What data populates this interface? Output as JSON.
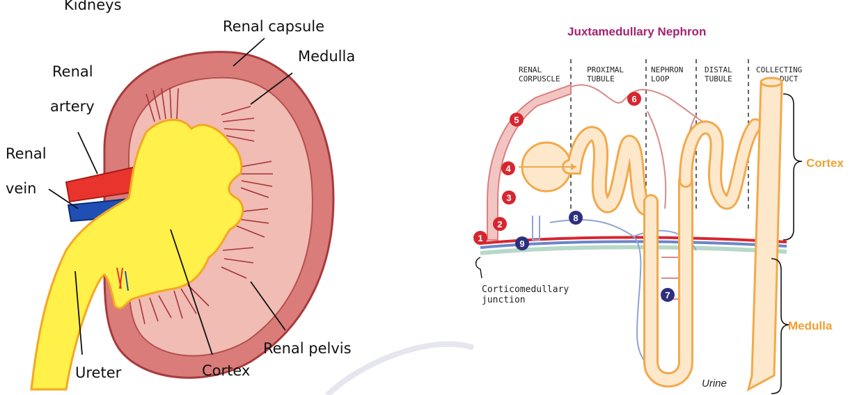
{
  "left_diagram": {
    "title_partial": "Kidneys",
    "labels": {
      "renal_capsule": "Renal capsule",
      "medulla": "Medulla",
      "renal_artery_line1": "Renal",
      "renal_artery_line2": "artery",
      "renal_vein_line1": "Renal",
      "renal_vein_line2": "vein",
      "ureter": "Ureter",
      "cortex": "Cortex",
      "renal_pelvis": "Renal pelvis"
    }
  },
  "right_diagram": {
    "title": "Juxtamedullary Nephron",
    "sections": {
      "renal_corpuscle_1": "RENAL",
      "renal_corpuscle_2": "CORPUSCLE",
      "proximal_1": "PROXIMAL",
      "proximal_2": "TUBULE",
      "loop_1": "NEPHRON",
      "loop_2": "LOOP",
      "distal_1": "DISTAL",
      "distal_2": "TUBULE",
      "collecting_1": "COLLECTING",
      "collecting_2": "DUCT"
    },
    "zones": {
      "cortex": "Cortex",
      "medulla": "Medulla"
    },
    "junction_1": "Corticomedullary",
    "junction_2": "junction",
    "urine": "Urine",
    "steps": {
      "s1": "1",
      "s2": "2",
      "s3": "3",
      "s4": "4",
      "s5": "5",
      "s6": "6",
      "s7": "7",
      "s8": "8",
      "s9": "9"
    }
  },
  "colors": {
    "title": "#a3236f",
    "zone": "#f0a030",
    "red_badge": "#d7262f",
    "blue_badge": "#2e2f7d",
    "tubule_fill": "#fde8cc",
    "tubule_stroke": "#f2a94a",
    "capsule": "#d77a78",
    "pelvis_yellow": "#fff04a",
    "artery": "#e8342c",
    "vein": "#1f4fb5"
  }
}
